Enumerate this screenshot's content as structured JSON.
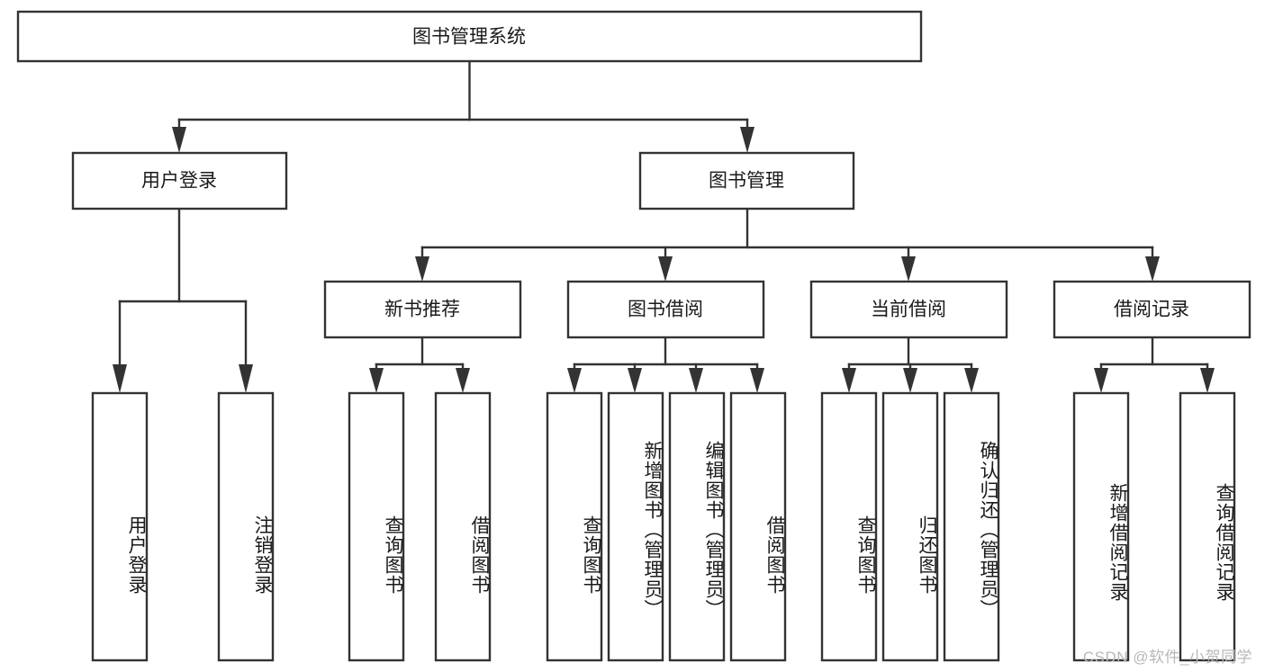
{
  "diagram": {
    "type": "tree",
    "title": "图书管理系统",
    "orientation": "top-down",
    "root": {
      "id": "root",
      "label": "图书管理系统",
      "orientation": "horizontal"
    },
    "level2": [
      {
        "id": "user-login",
        "label": "用户登录",
        "orientation": "horizontal"
      },
      {
        "id": "book-manage",
        "label": "图书管理",
        "orientation": "horizontal"
      }
    ],
    "level3": [
      {
        "id": "new-book-recommend",
        "label": "新书推荐",
        "parent": "book-manage",
        "orientation": "horizontal"
      },
      {
        "id": "book-borrow",
        "label": "图书借阅",
        "parent": "book-manage",
        "orientation": "horizontal"
      },
      {
        "id": "current-borrow",
        "label": "当前借阅",
        "parent": "book-manage",
        "orientation": "horizontal"
      },
      {
        "id": "borrow-record",
        "label": "借阅记录",
        "parent": "book-manage",
        "orientation": "horizontal"
      }
    ],
    "leaves": [
      {
        "id": "leaf-user-login",
        "label": "用户登录",
        "parent": "user-login",
        "orientation": "vertical"
      },
      {
        "id": "leaf-logout-login",
        "label": "注销登录",
        "parent": "user-login",
        "orientation": "vertical"
      },
      {
        "id": "leaf-query-book-1",
        "label": "查询图书",
        "parent": "new-book-recommend",
        "orientation": "vertical"
      },
      {
        "id": "leaf-borrow-book-1",
        "label": "借阅图书",
        "parent": "new-book-recommend",
        "orientation": "vertical"
      },
      {
        "id": "leaf-query-book-2",
        "label": "查询图书",
        "parent": "book-borrow",
        "orientation": "vertical"
      },
      {
        "id": "leaf-add-book",
        "label": "新增图书（管理员）",
        "parent": "book-borrow",
        "orientation": "vertical"
      },
      {
        "id": "leaf-edit-book",
        "label": "编辑图书（管理员）",
        "parent": "book-borrow",
        "orientation": "vertical"
      },
      {
        "id": "leaf-borrow-book-2",
        "label": "借阅图书",
        "parent": "book-borrow",
        "orientation": "vertical"
      },
      {
        "id": "leaf-query-book-3",
        "label": "查询图书",
        "parent": "current-borrow",
        "orientation": "vertical"
      },
      {
        "id": "leaf-return-book",
        "label": "归还图书",
        "parent": "current-borrow",
        "orientation": "vertical"
      },
      {
        "id": "leaf-confirm-return",
        "label": "确认归还（管理员）",
        "parent": "current-borrow",
        "orientation": "vertical"
      },
      {
        "id": "leaf-add-record",
        "label": "新增借阅记录",
        "parent": "borrow-record",
        "orientation": "vertical"
      },
      {
        "id": "leaf-query-record",
        "label": "查询借阅记录",
        "parent": "borrow-record",
        "orientation": "vertical"
      }
    ]
  },
  "watermark": {
    "text": "CSDN @软件_小贺同学"
  },
  "colors": {
    "box_stroke": "#333333",
    "box_fill": "#ffffff",
    "text": "#1a1a1a",
    "background": "#ffffff",
    "watermark": "#b8b8b8"
  }
}
